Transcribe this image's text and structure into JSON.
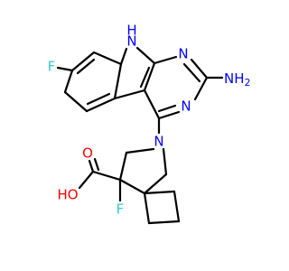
{
  "colors": {
    "bond": "#000000",
    "nitrogen": "#0000FF",
    "oxygen": "#FF0000",
    "fluorine": "#33CCCC",
    "background": "#FFFFFF"
  },
  "labels": {
    "indole_nh_h": "H",
    "indole_nh_n": "N",
    "pyrimidine_n_top": "N",
    "pyrimidine_n_mid": "N",
    "amino": "NH",
    "amino_sub": "2",
    "aryl_f": "F",
    "azaspiro_n": "N",
    "quaternary_f": "F",
    "carbonyl_o": "O",
    "hydroxyl": "HO"
  }
}
